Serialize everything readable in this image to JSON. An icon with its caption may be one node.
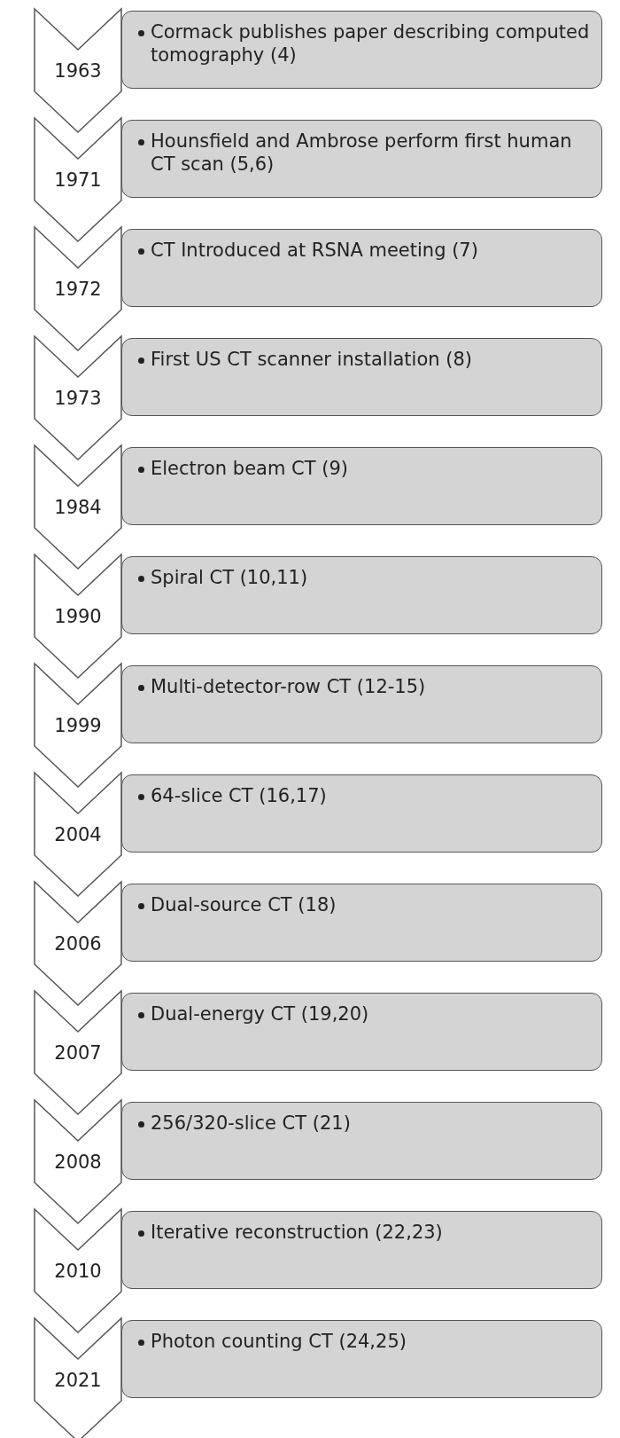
{
  "diagram": {
    "nodes": [
      {
        "text": [
          "1963"
        ]
      },
      {
        "text": [
          "Cormack publishes paper describing computed tomography (4)"
        ]
      },
      {
        "text": [
          "1971"
        ]
      },
      {
        "text": [
          "Hounsfield and Ambrose perform first human CT scan (5,6)"
        ]
      },
      {
        "text": [
          "1972"
        ]
      },
      {
        "text": [
          "CT Introduced at RSNA meeting (7)"
        ]
      },
      {
        "text": [
          "1973"
        ]
      },
      {
        "text": [
          "First US CT scanner installation (8)"
        ]
      },
      {
        "text": [
          "1984"
        ]
      },
      {
        "text": [
          "Electron beam CT (9)"
        ]
      },
      {
        "text": [
          "1990"
        ]
      },
      {
        "text": [
          "Spiral CT (10,11)"
        ]
      },
      {
        "text": [
          "1999"
        ]
      },
      {
        "text": [
          "Multi-detector-row CT (12-15)"
        ]
      },
      {
        "text": [
          "2004"
        ]
      },
      {
        "text": [
          "64-slice CT (16,17)"
        ]
      },
      {
        "text": [
          "2006"
        ]
      },
      {
        "text": [
          "Dual-source CT (18)"
        ]
      },
      {
        "text": [
          "2007"
        ]
      },
      {
        "text": [
          "Dual-energy CT (19,20)"
        ]
      },
      {
        "text": [
          "2008"
        ]
      },
      {
        "text": [
          "256/320-slice CT (21)"
        ]
      },
      {
        "text": [
          "2010"
        ]
      },
      {
        "text": [
          "Iterative reconstruction (22,23)"
        ]
      },
      {
        "text": [
          "2021"
        ]
      },
      {
        "text": [
          "Photon counting CT (24,25)"
        ]
      }
    ]
  }
}
